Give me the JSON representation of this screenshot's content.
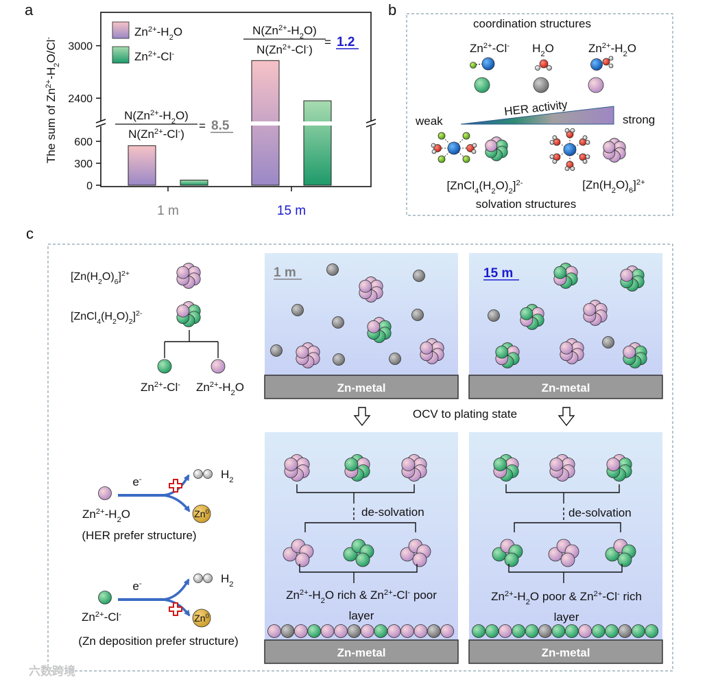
{
  "panels": {
    "a": "a",
    "b": "b",
    "c": "c"
  },
  "panel_a": {
    "ylabel_parts": [
      "The sum of Zn",
      "2+",
      "-H",
      "2",
      "O/Cl",
      "-"
    ],
    "legend": [
      {
        "parts": [
          "Zn",
          "2+",
          "-H",
          "2",
          "O"
        ]
      },
      {
        "parts": [
          "Zn",
          "2+",
          "-Cl",
          "-"
        ]
      }
    ],
    "ratio_num_parts": [
      "N(Zn",
      "2+",
      "-H",
      "2",
      "O)"
    ],
    "ratio_den_parts": [
      "N(Zn",
      "2+",
      "-Cl",
      "-",
      ")"
    ],
    "ratio_1m": "8.5",
    "ratio_15m": "1.2",
    "equals": "="
  },
  "chart_data": {
    "type": "bar",
    "categories": [
      "1 m",
      "15 m"
    ],
    "series": [
      {
        "name": "Zn2+-H2O",
        "values": [
          540,
          2830
        ]
      },
      {
        "name": "Zn2+-Cl-",
        "values": [
          70,
          2370
        ]
      }
    ],
    "yticks": [
      "0",
      "300",
      "600",
      "2400",
      "3000"
    ],
    "ylim_lower": [
      0,
      750
    ],
    "ylim_upper": [
      2150,
      3350
    ],
    "axis_break": true,
    "category_colors": [
      "#808080",
      "#1a1acc"
    ],
    "colors": {
      "h2o_top": "#f6c2c6",
      "h2o_bottom": "#9a88c6",
      "cl_top": "#a8dcb0",
      "cl_bottom": "#1e9a6a",
      "link_1m": "#808080",
      "link_15m": "#1c1ccc"
    }
  },
  "panel_b": {
    "title": "coordination structures",
    "species": [
      {
        "parts": [
          "Zn",
          "2+",
          "-Cl",
          "-"
        ]
      },
      {
        "parts": [
          "H",
          "2",
          "O"
        ]
      },
      {
        "parts": [
          "Zn",
          "2+",
          "-H",
          "2",
          "O"
        ]
      }
    ],
    "her_label": "HER activity",
    "weak": "weak",
    "strong": "strong",
    "solv1_parts": [
      "[ZnCl",
      "4",
      "(H",
      "2",
      "O)",
      "2",
      "]",
      "2-"
    ],
    "solv2_parts": [
      "[Zn(H",
      "2",
      "O)",
      "6",
      "]",
      "2+"
    ],
    "solvation_title": "solvation structures"
  },
  "panel_c": {
    "legend_hex_parts": [
      "[Zn(H",
      "2",
      "O)",
      "6",
      "]",
      "2+"
    ],
    "legend_mixed_parts": [
      "[ZnCl",
      "4",
      "(H",
      "2",
      "O)",
      "2",
      "]",
      "2-"
    ],
    "legend_cl_parts": [
      "Zn",
      "2+",
      "-Cl",
      "-"
    ],
    "legend_h2o_parts": [
      "Zn",
      "2+",
      "-H",
      "2",
      "O"
    ],
    "box_1m": "1 m",
    "box_15m": "15 m",
    "zn_metal": "Zn-metal",
    "ocv_label": "OCV to plating state",
    "desolvation": "de-solvation",
    "layer_1m_parts": [
      "Zn",
      "2+",
      "-H",
      "2",
      "O rich & Zn",
      "2+",
      "-Cl",
      "-",
      " poor"
    ],
    "layer_15m_parts": [
      "Zn",
      "2+",
      "-H",
      "2",
      "O poor & Zn",
      "2+",
      "-Cl",
      "-",
      " rich"
    ],
    "layer_word": "layer",
    "electron": "e",
    "electron_sup": "-",
    "h2_parts": [
      "H",
      "2"
    ],
    "zn0_parts": [
      "Zn",
      "0"
    ],
    "her_species_parts": [
      "Zn",
      "2+",
      "-H",
      "2",
      "O"
    ],
    "her_prefer": "(HER prefer structure)",
    "dep_species_parts": [
      "Zn",
      "2+",
      "-Cl",
      "-"
    ],
    "dep_prefer": "(Zn deposition prefer structure)"
  },
  "watermark": "六数跨境"
}
